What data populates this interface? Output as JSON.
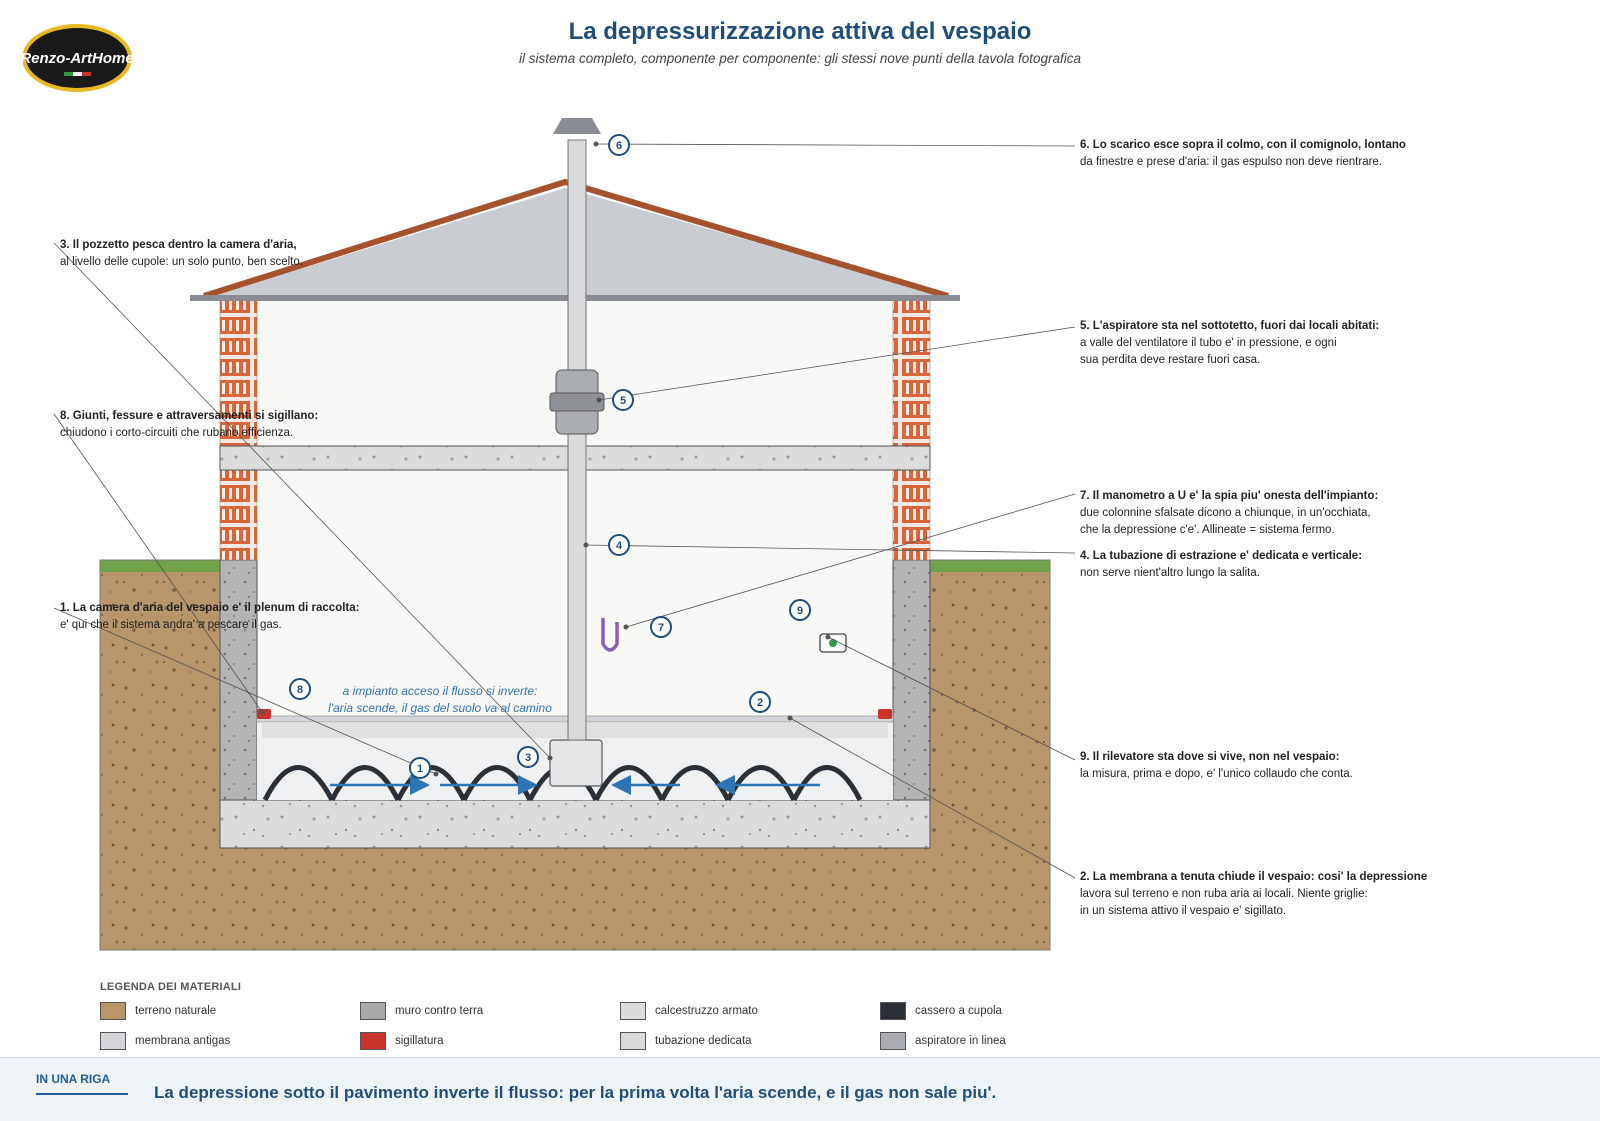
{
  "header": {
    "title": "La depressurizzazione attiva del vespaio",
    "subtitle": "il sistema completo, componente per componente: gli stessi nove punti della tavola fotografica"
  },
  "logo": {
    "text": "Renzo-ArtHome"
  },
  "diagram": {
    "flow_note_line1": "a impianto acceso il flusso si inverte:",
    "flow_note_line2": "l'aria scende, il gas del suolo va al camino",
    "markers": [
      "1",
      "2",
      "3",
      "4",
      "5",
      "6",
      "7",
      "8",
      "9"
    ]
  },
  "notes": [
    {
      "id": "6",
      "heading": "6. Lo scarico esce sopra il colmo, con il comignolo, lontano",
      "text": "da finestre e prese d'aria: il gas espulso non deve rientrare."
    },
    {
      "id": "3",
      "heading": "3. Il pozzetto pesca dentro la camera d'aria,",
      "text": "al livello delle cupole: un solo punto, ben scelto."
    },
    {
      "id": "5",
      "heading": "5. L'aspiratore sta nel sottotetto, fuori dai locali abitati:",
      "text": "a valle del ventilatore il tubo e' in pressione, e ogni\nsua perdita deve restare fuori casa."
    },
    {
      "id": "8",
      "heading": "8. Giunti, fessure e attraversamenti si sigillano:",
      "text": "chiudono i corto-circuiti che rubano efficienza."
    },
    {
      "id": "7",
      "heading": "7. Il manometro a U e' la spia piu' onesta dell'impianto:",
      "text": "due colonnine sfalsate dicono a chiunque, in un'occhiata,\nche la depressione c'e'. Allineate = sistema fermo."
    },
    {
      "id": "4",
      "heading": "4. La tubazione di estrazione e' dedicata e verticale:",
      "text": "non serve nient'altro lungo la salita."
    },
    {
      "id": "1",
      "heading": "1. La camera d'aria del vespaio e' il plenum di raccolta:",
      "text": "e' qui che il sistema andra' a pescare il gas."
    },
    {
      "id": "9",
      "heading": "9. Il rilevatore sta dove si vive, non nel vespaio:",
      "text": "la misura, prima e dopo, e' l'unico collaudo che conta."
    },
    {
      "id": "2",
      "heading": "2. La membrana a tenuta chiude il vespaio: cosi' la depressione",
      "text": "lavora sul terreno e non ruba aria ai locali. Niente griglie:\nin un sistema attivo il vespaio e' sigillato."
    }
  ],
  "legend": {
    "title": "LEGENDA DEI MATERIALI",
    "items": [
      {
        "label": "terreno naturale",
        "color": "#b8956a"
      },
      {
        "label": "muro contro terra",
        "color": "#a9a9a9"
      },
      {
        "label": "calcestruzzo armato",
        "color": "#dcdcdc"
      },
      {
        "label": "cassero a cupola",
        "color": "#2b2f36"
      },
      {
        "label": "membrana antigas",
        "color": "#d3d5d8"
      },
      {
        "label": "sigillatura",
        "color": "#c8332b"
      },
      {
        "label": "tubazione dedicata",
        "color": "#d8dadc"
      },
      {
        "label": "aspiratore in linea",
        "color": "#a9adb2"
      }
    ]
  },
  "footer": {
    "tag": "IN UNA RIGA",
    "summary": "La depressione sotto il pavimento inverte il flusso: per la prima volta l'aria scende, e il gas non sale piu'."
  },
  "colors": {
    "title": "#1f4e7a",
    "soil": "#b8956a",
    "grass": "#6fa24a",
    "brick": "#d9653b",
    "roof": "#a4532e",
    "concrete": "#dcdcdc",
    "dome": "#2b2f36",
    "arrow": "#2f74b5",
    "seal": "#c8332b",
    "marker": "#1f4e7a"
  }
}
